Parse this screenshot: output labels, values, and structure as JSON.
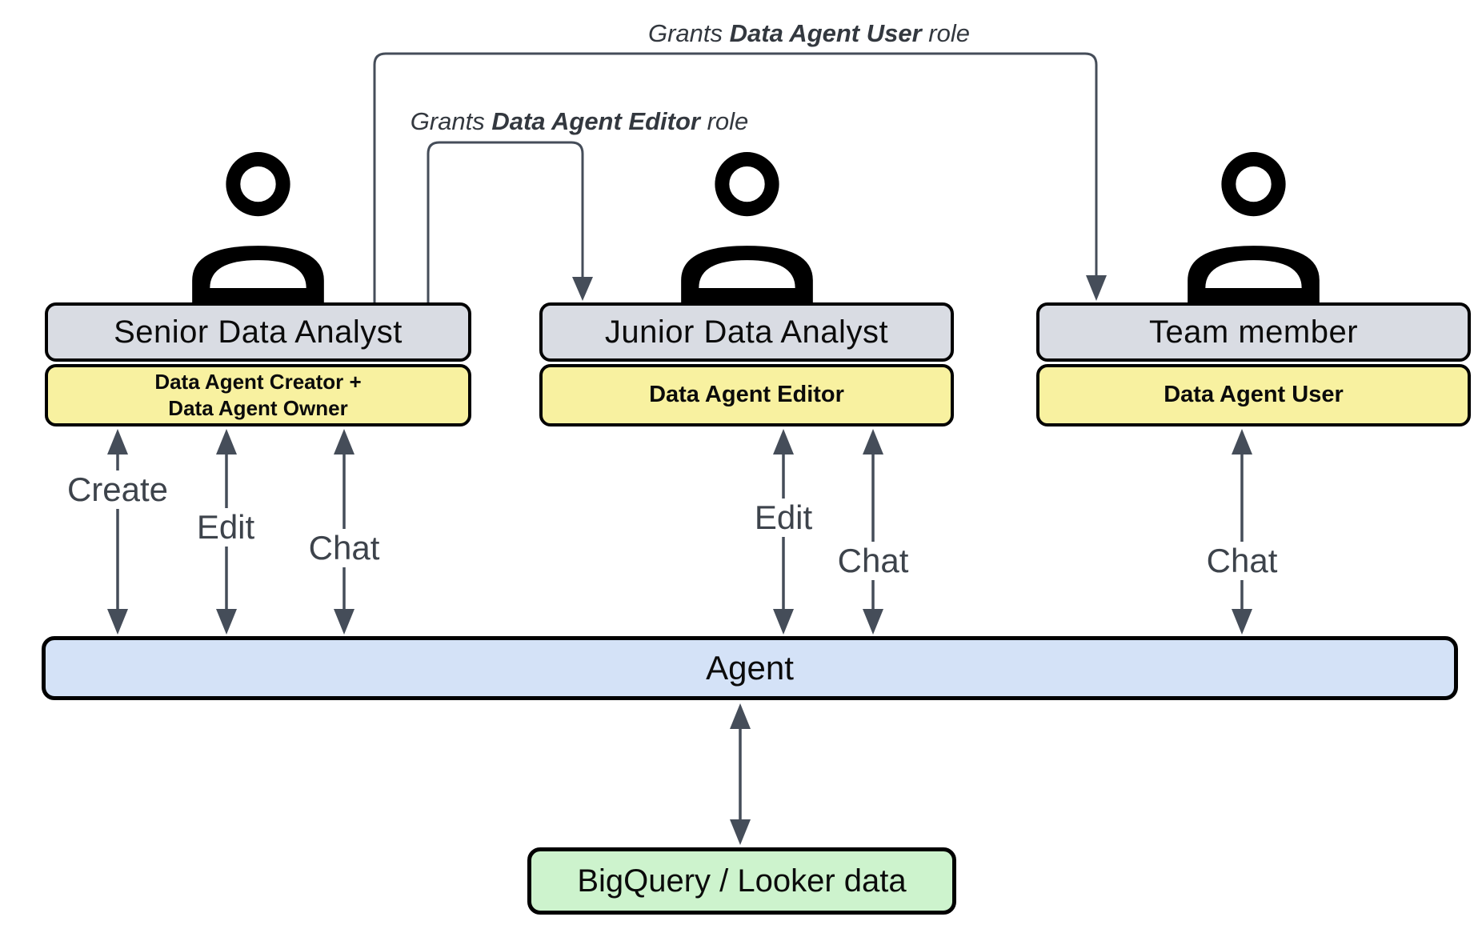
{
  "grants": {
    "user": {
      "prefix": "Grants",
      "role": "Data Agent User",
      "suffix": "role"
    },
    "editor": {
      "prefix": "Grants",
      "role": "Data Agent Editor",
      "suffix": "role"
    }
  },
  "people": [
    {
      "title": "Senior Data Analyst",
      "roles": [
        "Data Agent Creator +",
        "Data Agent Owner"
      ]
    },
    {
      "title": "Junior Data Analyst",
      "roles": [
        "Data Agent Editor"
      ]
    },
    {
      "title": "Team member",
      "roles": [
        "Data Agent User"
      ]
    }
  ],
  "actions": {
    "senior": [
      "Create",
      "Edit",
      "Chat"
    ],
    "junior": [
      "Edit",
      "Chat"
    ],
    "team": [
      "Chat"
    ]
  },
  "agent": {
    "label": "Agent"
  },
  "datasource": {
    "label": "BigQuery / Looker data"
  },
  "colors": {
    "title_box_fill": "#d9dce3",
    "role_box_fill": "#f8f1a0",
    "agent_bar_fill": "#d4e2f7",
    "datasource_fill": "#cdf3cd",
    "connector": "#454d59",
    "border": "#000000"
  }
}
